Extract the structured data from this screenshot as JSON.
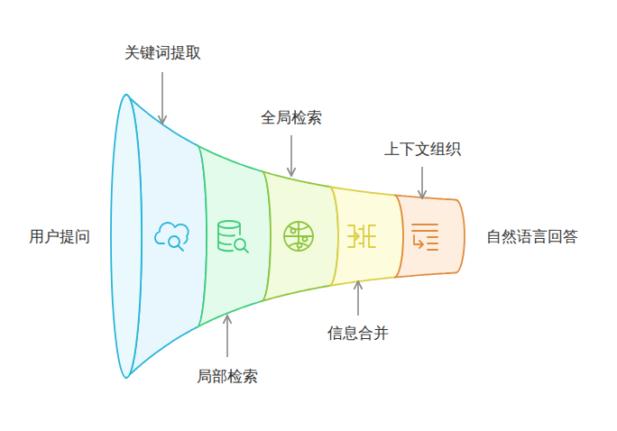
{
  "diagram": {
    "labels": [
      "关键词提取",
      "全局检索",
      "上下文组织",
      "用户提问",
      "自然语言回答",
      "局部检索",
      "信息合并"
    ]
  }
}
